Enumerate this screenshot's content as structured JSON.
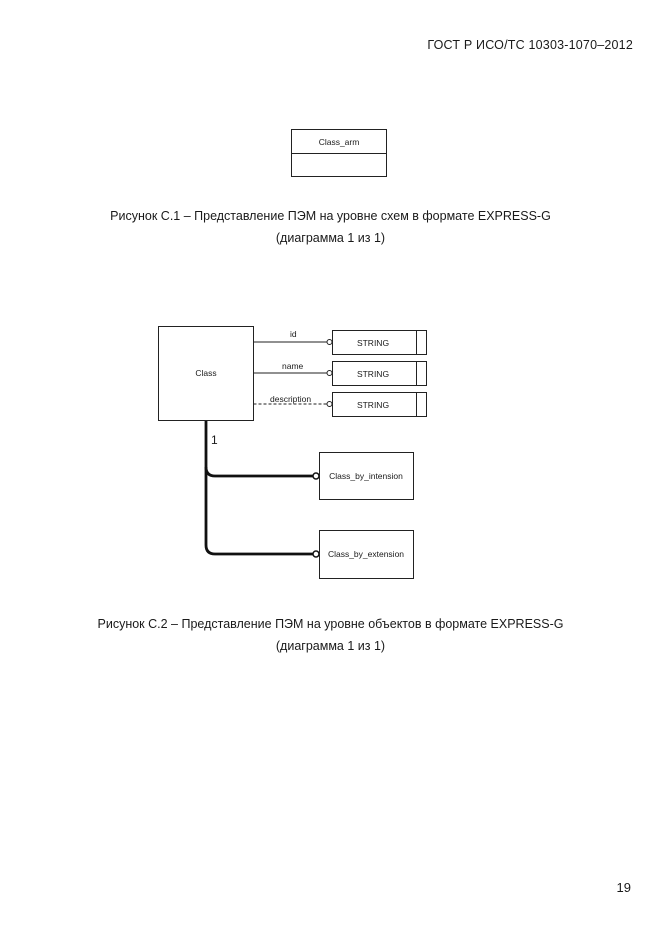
{
  "header": {
    "standard": "ГОСТ Р ИСО/ТС 10303-1070–2012"
  },
  "figure1": {
    "entity": "Class_arm",
    "caption_line1": "Рисунок  С.1 – Представление ПЭМ на уровне схем в формате EXPRESS-G",
    "caption_line2": "(диаграмма 1 из 1)"
  },
  "figure2": {
    "entity": "Class",
    "attributes": [
      {
        "name": "id",
        "type": "STRING",
        "optional": false
      },
      {
        "name": "name",
        "type": "STRING",
        "optional": false
      },
      {
        "name": "description",
        "type": "STRING",
        "optional": true
      }
    ],
    "subtype_label": "1",
    "subtypes": [
      "Class_by_intension",
      "Class_by_extension"
    ],
    "caption_line1": "Рисунок  С.2 – Представление ПЭМ на уровне объектов в формате EXPRESS-G",
    "caption_line2": "(диаграмма 1 из 1)"
  },
  "footer": {
    "page_number": "19"
  }
}
